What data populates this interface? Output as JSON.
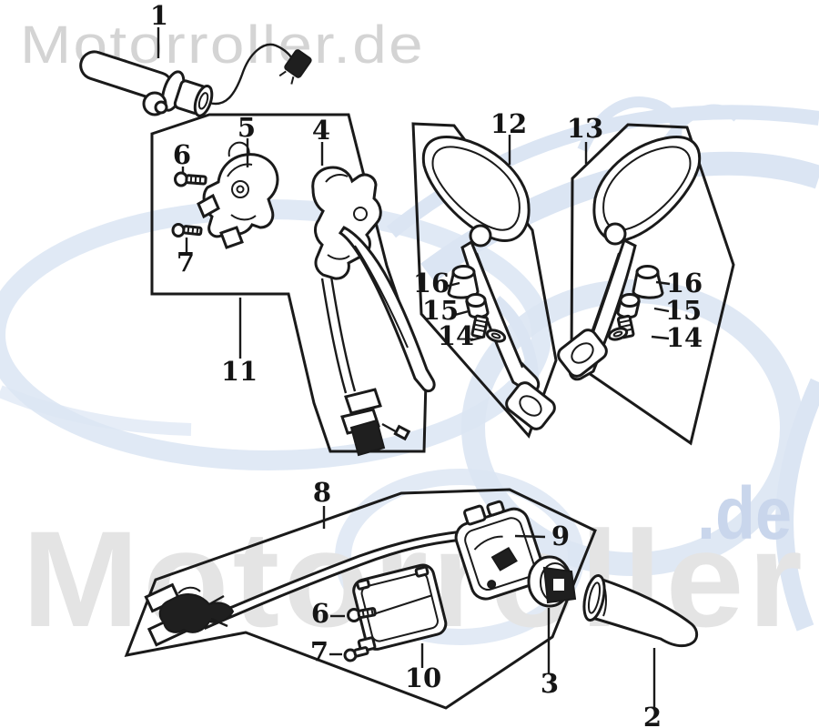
{
  "diagram": {
    "type": "exploded-parts-diagram",
    "subject": "scooter handlebar switches, grips and mirrors",
    "brand_watermark_top": "Motorroller.de",
    "brand_watermark_bottom": "Motorroller",
    "brand_watermark_de": ".de",
    "colors": {
      "line_art": "#1a1a1a",
      "watermark_gray_top": "#d4d4d4",
      "watermark_gray_bottom": "#e4e4e4",
      "watermark_blue": "#dbe5f3",
      "watermark_de_blue": "#c9d6ec",
      "background": "#ffffff"
    },
    "callouts": {
      "n1": "1",
      "n2": "2",
      "n3": "3",
      "n4": "4",
      "n5": "5",
      "n6a": "6",
      "n6b": "6",
      "n7a": "7",
      "n7b": "7",
      "n8": "8",
      "n9": "9",
      "n10": "10",
      "n11": "11",
      "n12": "12",
      "n13": "13",
      "n14l": "14",
      "n14r": "14",
      "n15l": "15",
      "n15r": "15",
      "n16l": "16",
      "n16r": "16"
    }
  }
}
